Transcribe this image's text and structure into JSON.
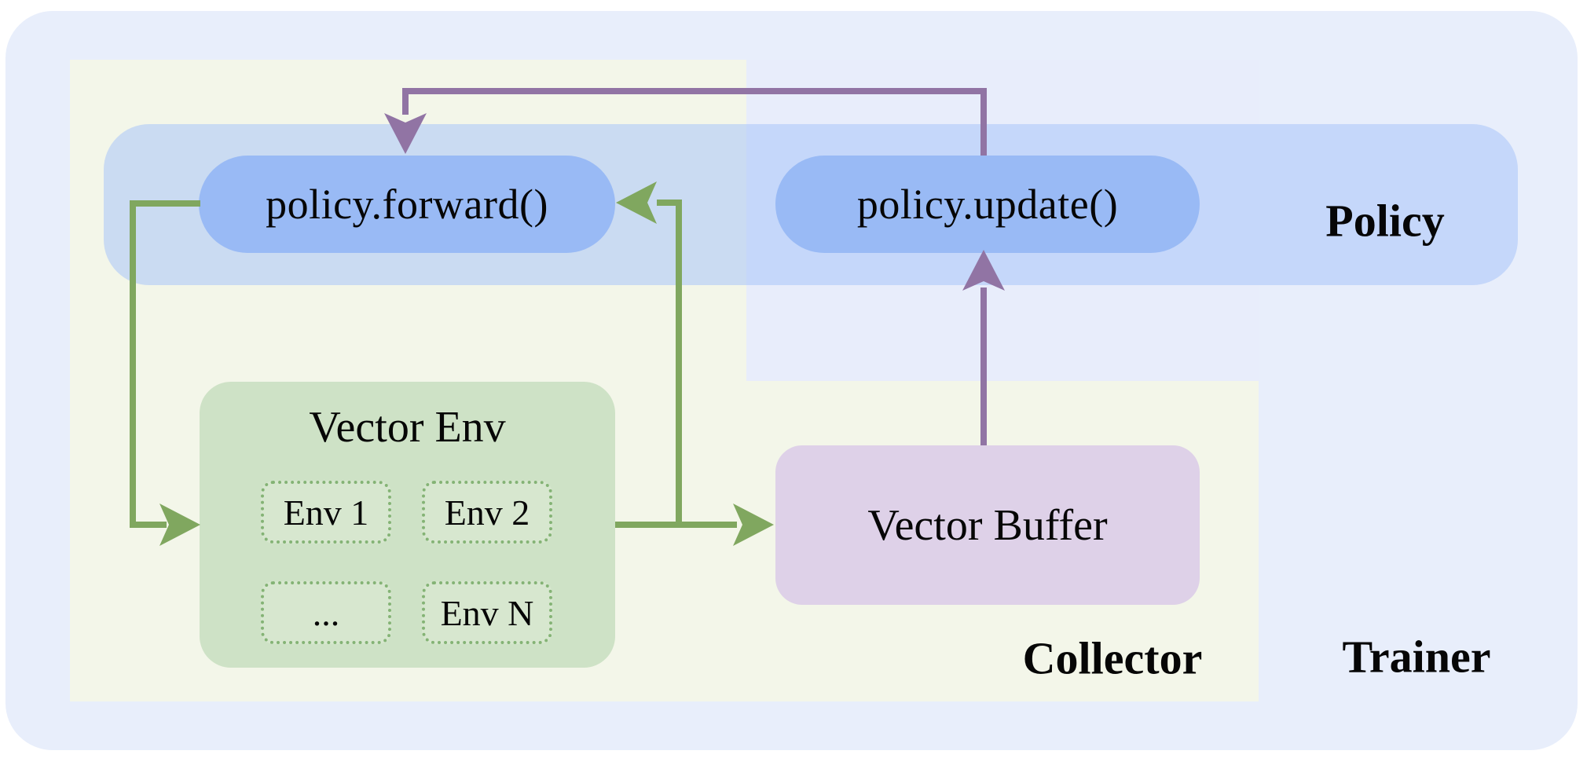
{
  "diagram": {
    "regions": {
      "trainer_label": "Trainer",
      "collector_label": "Collector",
      "policy_label": "Policy"
    },
    "nodes": {
      "policy_forward": "policy.forward()",
      "policy_update": "policy.update()",
      "vector_env_title": "Vector Env",
      "vector_buffer": "Vector Buffer",
      "env_items": [
        "Env 1",
        "Env 2",
        "...",
        "Env N"
      ]
    },
    "colors": {
      "trainer_bg": "#e8eefb",
      "collector_bg": "#f3f6e9",
      "policy_band": "#cddef6",
      "pill_blue": "#99baf5",
      "env_green": "#cee2c6",
      "env_dashed_border": "#84b375",
      "buffer_lilac": "#ded1e8",
      "arrow_green": "#80a75f",
      "arrow_purple": "#9174a4"
    }
  }
}
